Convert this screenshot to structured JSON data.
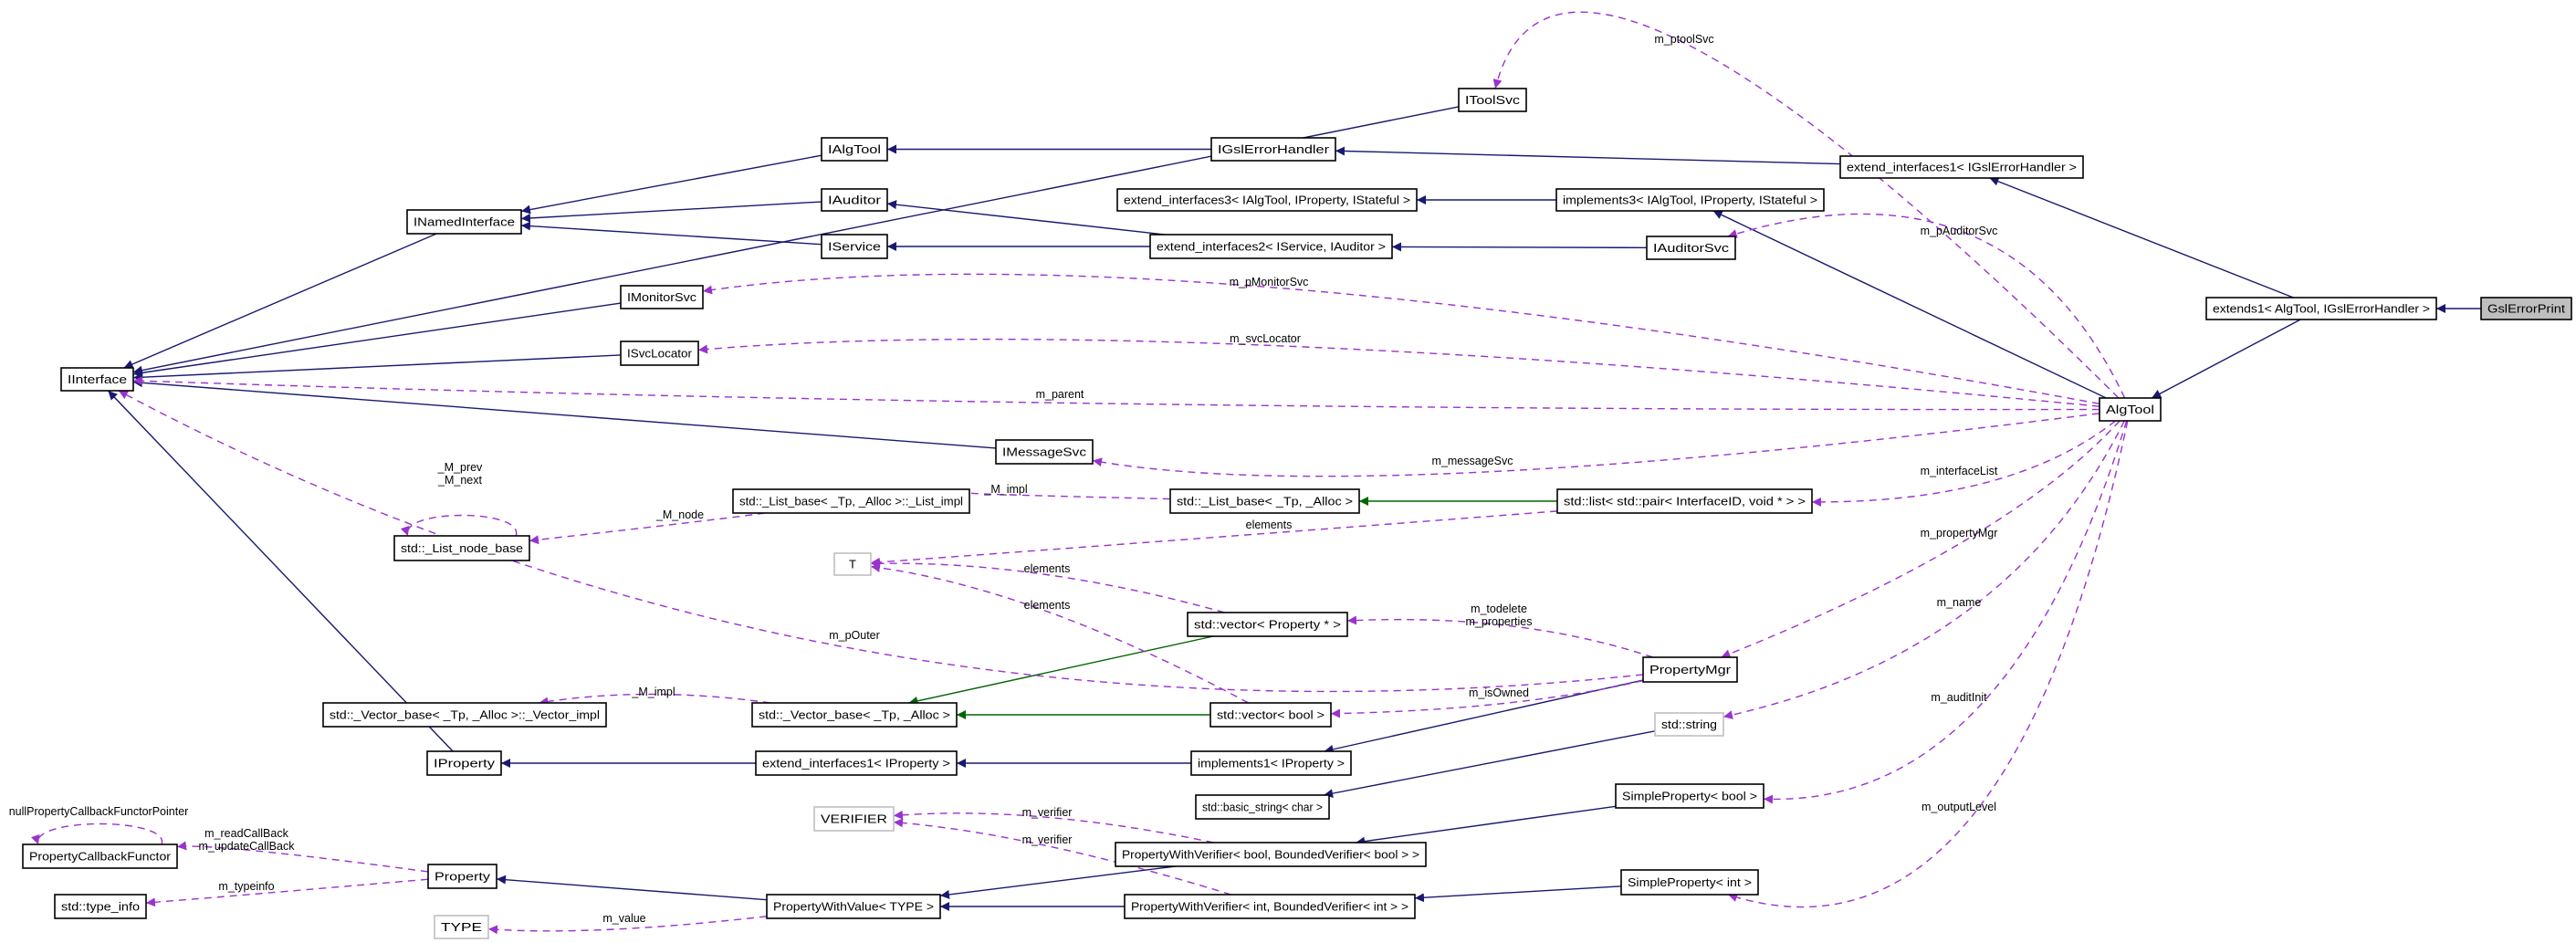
{
  "colors": {
    "inheritance": "#191970",
    "template": "#006400",
    "usage": "#9a32cd",
    "highlight_fill": "#bfbfbf",
    "undocumented_border": "#bfbfbf"
  },
  "nodes": [
    {
      "id": "GslErrorPrint",
      "label": "GslErrorPrint",
      "style": "highlight"
    },
    {
      "id": "extends1",
      "label": "extends1< AlgTool, IGslErrorHandler >",
      "style": "normal"
    },
    {
      "id": "AlgTool",
      "label": "AlgTool",
      "style": "normal"
    },
    {
      "id": "extIf1Gsl",
      "label": "extend_interfaces1< IGslErrorHandler >",
      "style": "normal"
    },
    {
      "id": "implements3",
      "label": "implements3< IAlgTool, IProperty, IStateful >",
      "style": "normal"
    },
    {
      "id": "IAuditorSvc",
      "label": "IAuditorSvc",
      "style": "normal"
    },
    {
      "id": "IToolSvc",
      "label": "IToolSvc",
      "style": "normal"
    },
    {
      "id": "IGslErrorHandler",
      "label": "IGslErrorHandler",
      "style": "normal"
    },
    {
      "id": "extIf3",
      "label": "extend_interfaces3< IAlgTool, IProperty, IStateful >",
      "style": "normal"
    },
    {
      "id": "extIf2",
      "label": "extend_interfaces2< IService, IAuditor >",
      "style": "normal"
    },
    {
      "id": "IAlgTool",
      "label": "IAlgTool",
      "style": "normal"
    },
    {
      "id": "IAuditor",
      "label": "IAuditor",
      "style": "normal"
    },
    {
      "id": "IService",
      "label": "IService",
      "style": "normal"
    },
    {
      "id": "INamedInterface",
      "label": "INamedInterface",
      "style": "normal"
    },
    {
      "id": "IMonitorSvc",
      "label": "IMonitorSvc",
      "style": "normal"
    },
    {
      "id": "ISvcLocator",
      "label": "ISvcLocator",
      "style": "normal"
    },
    {
      "id": "IInterface",
      "label": "IInterface",
      "style": "normal"
    },
    {
      "id": "IMessageSvc",
      "label": "IMessageSvc",
      "style": "normal"
    },
    {
      "id": "ListImpl",
      "label": "std::_List_base< _Tp, _Alloc >::_List_impl",
      "style": "normal"
    },
    {
      "id": "ListBase",
      "label": "std::_List_base< _Tp, _Alloc >",
      "style": "normal"
    },
    {
      "id": "StdList",
      "label": "std::list< std::pair< InterfaceID, void * > >",
      "style": "normal"
    },
    {
      "id": "ListNodeBase",
      "label": "std::_List_node_base",
      "style": "normal"
    },
    {
      "id": "T",
      "label": "T",
      "style": "gray-border"
    },
    {
      "id": "VecProp",
      "label": "std::vector< Property * >",
      "style": "normal"
    },
    {
      "id": "PropertyMgr",
      "label": "PropertyMgr",
      "style": "normal"
    },
    {
      "id": "VectorImpl",
      "label": "std::_Vector_base< _Tp, _Alloc >::_Vector_impl",
      "style": "normal"
    },
    {
      "id": "VectorBase",
      "label": "std::_Vector_base< _Tp, _Alloc >",
      "style": "normal"
    },
    {
      "id": "VecBool",
      "label": "std::vector< bool >",
      "style": "normal"
    },
    {
      "id": "StdString",
      "label": "std::string",
      "style": "gray-border"
    },
    {
      "id": "IProperty",
      "label": "IProperty",
      "style": "normal"
    },
    {
      "id": "extIf1Prop",
      "label": "extend_interfaces1< IProperty >",
      "style": "normal"
    },
    {
      "id": "implements1",
      "label": "implements1< IProperty >",
      "style": "normal"
    },
    {
      "id": "BasicString",
      "label": "std::basic_string< char >",
      "style": "normal"
    },
    {
      "id": "SimplePropBool",
      "label": "SimpleProperty< bool >",
      "style": "normal"
    },
    {
      "id": "VERIFIER",
      "label": "VERIFIER",
      "style": "gray-border"
    },
    {
      "id": "PWVBool",
      "label": "PropertyWithVerifier< bool, BoundedVerifier< bool > >",
      "style": "normal"
    },
    {
      "id": "SimplePropInt",
      "label": "SimpleProperty< int >",
      "style": "normal"
    },
    {
      "id": "PropCallback",
      "label": "PropertyCallbackFunctor",
      "style": "normal"
    },
    {
      "id": "Property",
      "label": "Property",
      "style": "normal"
    },
    {
      "id": "TypeInfo",
      "label": "std::type_info",
      "style": "normal"
    },
    {
      "id": "PWValue",
      "label": "PropertyWithValue< TYPE >",
      "style": "normal"
    },
    {
      "id": "PWVInt",
      "label": "PropertyWithVerifier< int, BoundedVerifier< int > >",
      "style": "normal"
    },
    {
      "id": "TYPE",
      "label": "TYPE",
      "style": "gray-border"
    }
  ],
  "edges": [
    {
      "from": "GslErrorPrint",
      "to": "extends1",
      "kind": "inheritance",
      "label": ""
    },
    {
      "from": "extends1",
      "to": "AlgTool",
      "kind": "inheritance",
      "label": ""
    },
    {
      "from": "extends1",
      "to": "extIf1Gsl",
      "kind": "inheritance",
      "label": ""
    },
    {
      "from": "AlgTool",
      "to": "implements3",
      "kind": "inheritance",
      "label": ""
    },
    {
      "from": "implements3",
      "to": "extIf3",
      "kind": "inheritance",
      "label": ""
    },
    {
      "from": "extIf1Gsl",
      "to": "IGslErrorHandler",
      "kind": "inheritance",
      "label": ""
    },
    {
      "from": "IGslErrorHandler",
      "to": "IAlgTool",
      "kind": "inheritance",
      "label": ""
    },
    {
      "from": "IAuditorSvc",
      "to": "extIf2",
      "kind": "inheritance",
      "label": ""
    },
    {
      "from": "extIf2",
      "to": "IService",
      "kind": "inheritance",
      "label": ""
    },
    {
      "from": "extIf2",
      "to": "IAuditor",
      "kind": "inheritance",
      "label": ""
    },
    {
      "from": "IAlgTool",
      "to": "INamedInterface",
      "kind": "inheritance",
      "label": ""
    },
    {
      "from": "IAuditor",
      "to": "INamedInterface",
      "kind": "inheritance",
      "label": ""
    },
    {
      "from": "IService",
      "to": "INamedInterface",
      "kind": "inheritance",
      "label": ""
    },
    {
      "from": "INamedInterface",
      "to": "IInterface",
      "kind": "inheritance",
      "label": ""
    },
    {
      "from": "IToolSvc",
      "to": "IInterface",
      "kind": "inheritance",
      "label": ""
    },
    {
      "from": "IMonitorSvc",
      "to": "IInterface",
      "kind": "inheritance",
      "label": ""
    },
    {
      "from": "ISvcLocator",
      "to": "IInterface",
      "kind": "inheritance",
      "label": ""
    },
    {
      "from": "IMessageSvc",
      "to": "IInterface",
      "kind": "inheritance",
      "label": ""
    },
    {
      "from": "IProperty",
      "to": "IInterface",
      "kind": "inheritance",
      "label": ""
    },
    {
      "from": "extIf1Prop",
      "to": "IProperty",
      "kind": "inheritance",
      "label": ""
    },
    {
      "from": "implements1",
      "to": "extIf1Prop",
      "kind": "inheritance",
      "label": ""
    },
    {
      "from": "PropertyMgr",
      "to": "implements1",
      "kind": "inheritance",
      "label": ""
    },
    {
      "from": "StdString",
      "to": "BasicString",
      "kind": "inheritance",
      "label": ""
    },
    {
      "from": "SimplePropBool",
      "to": "PWVBool",
      "kind": "inheritance",
      "label": ""
    },
    {
      "from": "SimplePropInt",
      "to": "PWVInt",
      "kind": "inheritance",
      "label": ""
    },
    {
      "from": "PWVBool",
      "to": "PWValue",
      "kind": "inheritance",
      "label": ""
    },
    {
      "from": "PWVInt",
      "to": "PWValue",
      "kind": "inheritance",
      "label": ""
    },
    {
      "from": "PWValue",
      "to": "Property",
      "kind": "inheritance",
      "label": ""
    },
    {
      "from": "StdList",
      "to": "ListBase",
      "kind": "template",
      "label": ""
    },
    {
      "from": "VecProp",
      "to": "VectorBase",
      "kind": "template",
      "label": ""
    },
    {
      "from": "VecBool",
      "to": "VectorBase",
      "kind": "template",
      "label": ""
    },
    {
      "from": "AlgTool",
      "to": "IToolSvc",
      "kind": "usage",
      "label": "m_ptoolSvc"
    },
    {
      "from": "AlgTool",
      "to": "IAuditorSvc",
      "kind": "usage",
      "label": "m_pAuditorSvc"
    },
    {
      "from": "AlgTool",
      "to": "IMonitorSvc",
      "kind": "usage",
      "label": "m_pMonitorSvc"
    },
    {
      "from": "AlgTool",
      "to": "ISvcLocator",
      "kind": "usage",
      "label": "m_svcLocator"
    },
    {
      "from": "AlgTool",
      "to": "IInterface",
      "kind": "usage",
      "label": "m_parent"
    },
    {
      "from": "AlgTool",
      "to": "IMessageSvc",
      "kind": "usage",
      "label": "m_messageSvc"
    },
    {
      "from": "AlgTool",
      "to": "StdList",
      "kind": "usage",
      "label": "m_interfaceList"
    },
    {
      "from": "AlgTool",
      "to": "PropertyMgr",
      "kind": "usage",
      "label": "m_propertyMgr"
    },
    {
      "from": "AlgTool",
      "to": "StdString",
      "kind": "usage",
      "label": "m_name"
    },
    {
      "from": "AlgTool",
      "to": "SimplePropBool",
      "kind": "usage",
      "label": "m_auditInit"
    },
    {
      "from": "AlgTool",
      "to": "SimplePropInt",
      "kind": "usage",
      "label": "m_outputLevel"
    },
    {
      "from": "PropertyMgr",
      "to": "IInterface",
      "kind": "usage",
      "label": "m_pOuter"
    },
    {
      "from": "PropertyMgr",
      "to": "VecProp",
      "kind": "usage",
      "label": "m_todelete\nm_properties"
    },
    {
      "from": "PropertyMgr",
      "to": "VecBool",
      "kind": "usage",
      "label": "m_isOwned"
    },
    {
      "from": "ListBase",
      "to": "ListImpl",
      "kind": "usage",
      "label": "_M_impl"
    },
    {
      "from": "ListImpl",
      "to": "ListNodeBase",
      "kind": "usage",
      "label": "_M_node"
    },
    {
      "from": "ListNodeBase",
      "to": "ListNodeBase",
      "kind": "usage",
      "label": "_M_prev\n_M_next"
    },
    {
      "from": "StdList",
      "to": "T",
      "kind": "usage",
      "label": "elements"
    },
    {
      "from": "VecProp",
      "to": "T",
      "kind": "usage",
      "label": "elements"
    },
    {
      "from": "VecBool",
      "to": "T",
      "kind": "usage",
      "label": "elements"
    },
    {
      "from": "VectorBase",
      "to": "VectorImpl",
      "kind": "usage",
      "label": "_M_impl"
    },
    {
      "from": "PWVBool",
      "to": "VERIFIER",
      "kind": "usage",
      "label": "m_verifier"
    },
    {
      "from": "PWVInt",
      "to": "VERIFIER",
      "kind": "usage",
      "label": "m_verifier"
    },
    {
      "from": "Property",
      "to": "PropCallback",
      "kind": "usage",
      "label": "m_readCallBack\nm_updateCallBack"
    },
    {
      "from": "PropCallback",
      "to": "PropCallback",
      "kind": "usage",
      "label": "nullPropertyCallbackFunctorPointer"
    },
    {
      "from": "Property",
      "to": "TypeInfo",
      "kind": "usage",
      "label": "m_typeinfo"
    },
    {
      "from": "PWValue",
      "to": "TYPE",
      "kind": "usage",
      "label": "m_value"
    }
  ]
}
